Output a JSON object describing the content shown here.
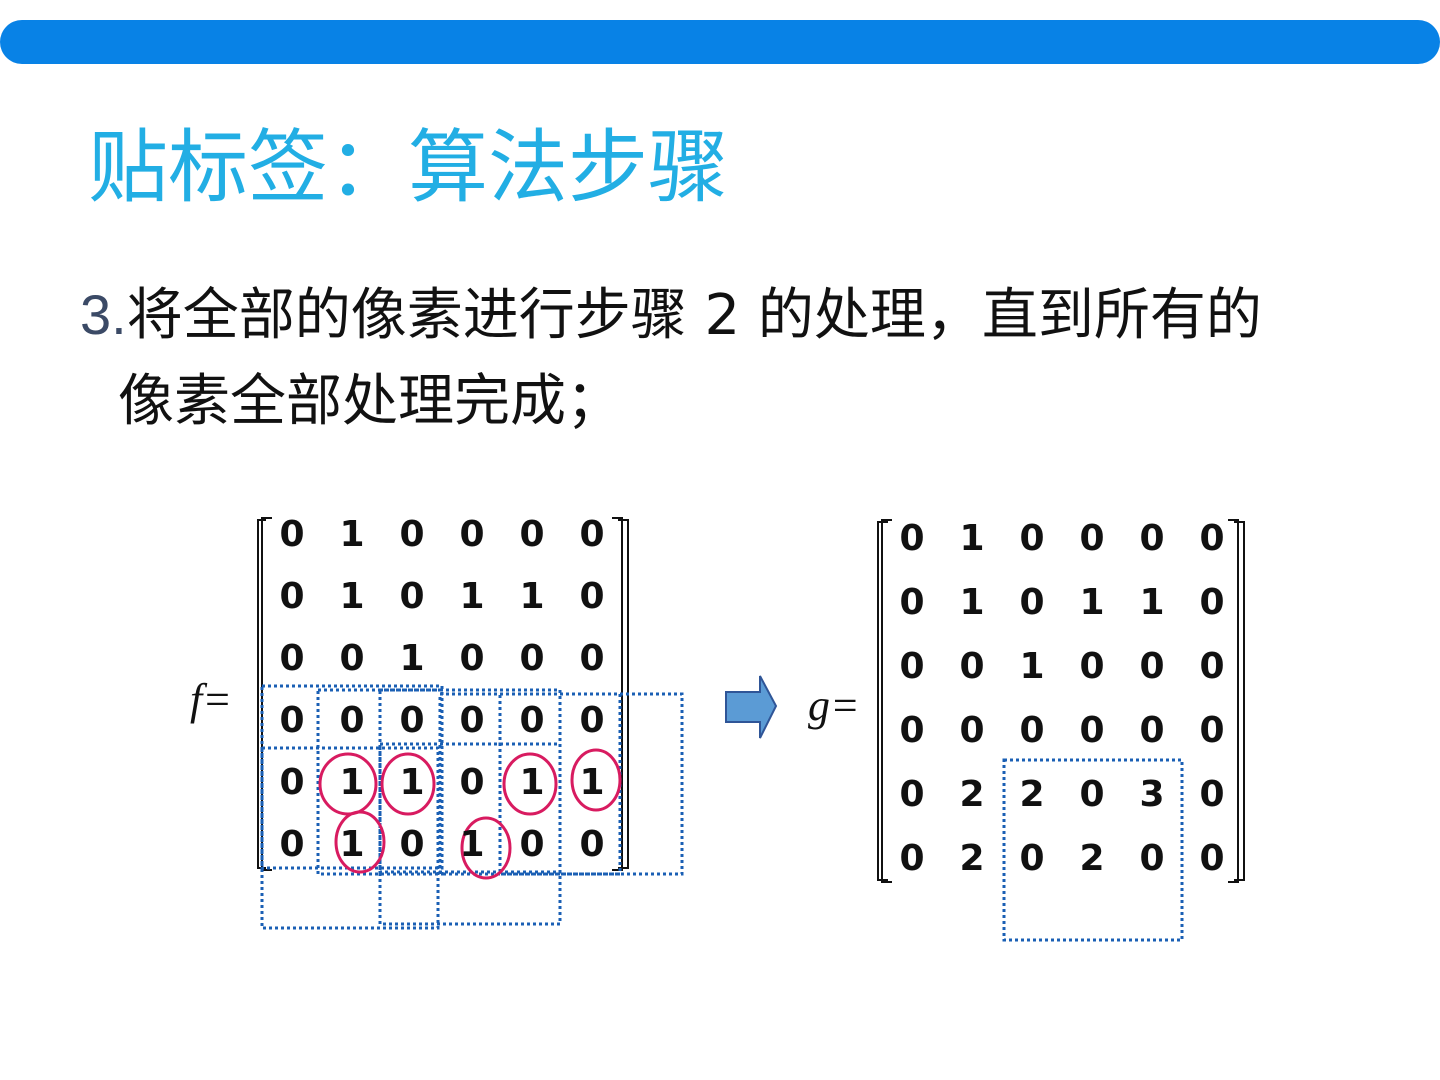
{
  "slide": {
    "title": "贴标签：算法步骤",
    "step_number": "3.",
    "step_text_line1": "将全部的像素进行步骤 2 的处理，直到所有的",
    "step_text_line2": "像素全部处理完成；"
  },
  "figure": {
    "left_label": "f=",
    "right_label": "g=",
    "left_matrix": [
      [
        "0",
        "1",
        "0",
        "0",
        "0",
        "0"
      ],
      [
        "0",
        "1",
        "0",
        "1",
        "1",
        "0"
      ],
      [
        "0",
        "0",
        "1",
        "0",
        "0",
        "0"
      ],
      [
        "0",
        "0",
        "0",
        "0",
        "0",
        "0"
      ],
      [
        "0",
        "1",
        "1",
        "0",
        "1",
        "1"
      ],
      [
        "0",
        "1",
        "0",
        "1",
        "0",
        "0"
      ]
    ],
    "right_matrix": [
      [
        "0",
        "1",
        "0",
        "0",
        "0",
        "0"
      ],
      [
        "0",
        "1",
        "0",
        "1",
        "1",
        "0"
      ],
      [
        "0",
        "0",
        "1",
        "0",
        "0",
        "0"
      ],
      [
        "0",
        "0",
        "0",
        "0",
        "0",
        "0"
      ],
      [
        "0",
        "2",
        "2",
        "0",
        "3",
        "0"
      ],
      [
        "0",
        "2",
        "0",
        "2",
        "0",
        "0"
      ]
    ],
    "colors": {
      "accent_bar": "#0882e6",
      "title": "#22aee4",
      "dotted_box": "#1a5fb4",
      "circle": "#d81b60",
      "arrow_fill": "#5b9bd5",
      "arrow_stroke": "#2f5597"
    }
  }
}
